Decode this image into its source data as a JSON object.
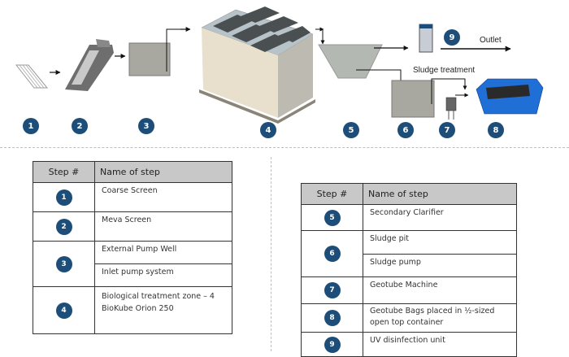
{
  "diagram": {
    "labels": {
      "outlet": "Outlet",
      "sludge_treatment": "Sludge treatment"
    },
    "badges": [
      "1",
      "2",
      "3",
      "4",
      "5",
      "6",
      "7",
      "8",
      "9"
    ],
    "colors": {
      "badge": "#1d4e79",
      "separator": "#f2c12e",
      "header_bg": "#c8c8c8",
      "container_blue": "#1f6fd6",
      "tank_gray": "#a8a8a0"
    }
  },
  "tables": {
    "left": {
      "headers": [
        "Step #",
        "Name of step"
      ],
      "rows": [
        {
          "step": "1",
          "names": [
            "Coarse Screen"
          ]
        },
        {
          "step": "2",
          "names": [
            "Meva Screen"
          ]
        },
        {
          "step": "3",
          "names": [
            "External Pump Well",
            "Inlet pump system"
          ]
        },
        {
          "step": "4",
          "names": [
            "Biological treatment zone – 4 BioKube Orion 250"
          ]
        }
      ]
    },
    "right": {
      "headers": [
        "Step #",
        "Name of step"
      ],
      "rows": [
        {
          "step": "5",
          "names": [
            "Secondary Clarifier"
          ]
        },
        {
          "step": "6",
          "names": [
            "Sludge pit",
            "Sludge pump"
          ]
        },
        {
          "step": "7",
          "names": [
            "Geotube Machine"
          ]
        },
        {
          "step": "8",
          "names": [
            "Geotube Bags placed in ½-sized open top container"
          ]
        },
        {
          "step": "9",
          "names": [
            "UV disinfection unit"
          ]
        }
      ]
    }
  }
}
